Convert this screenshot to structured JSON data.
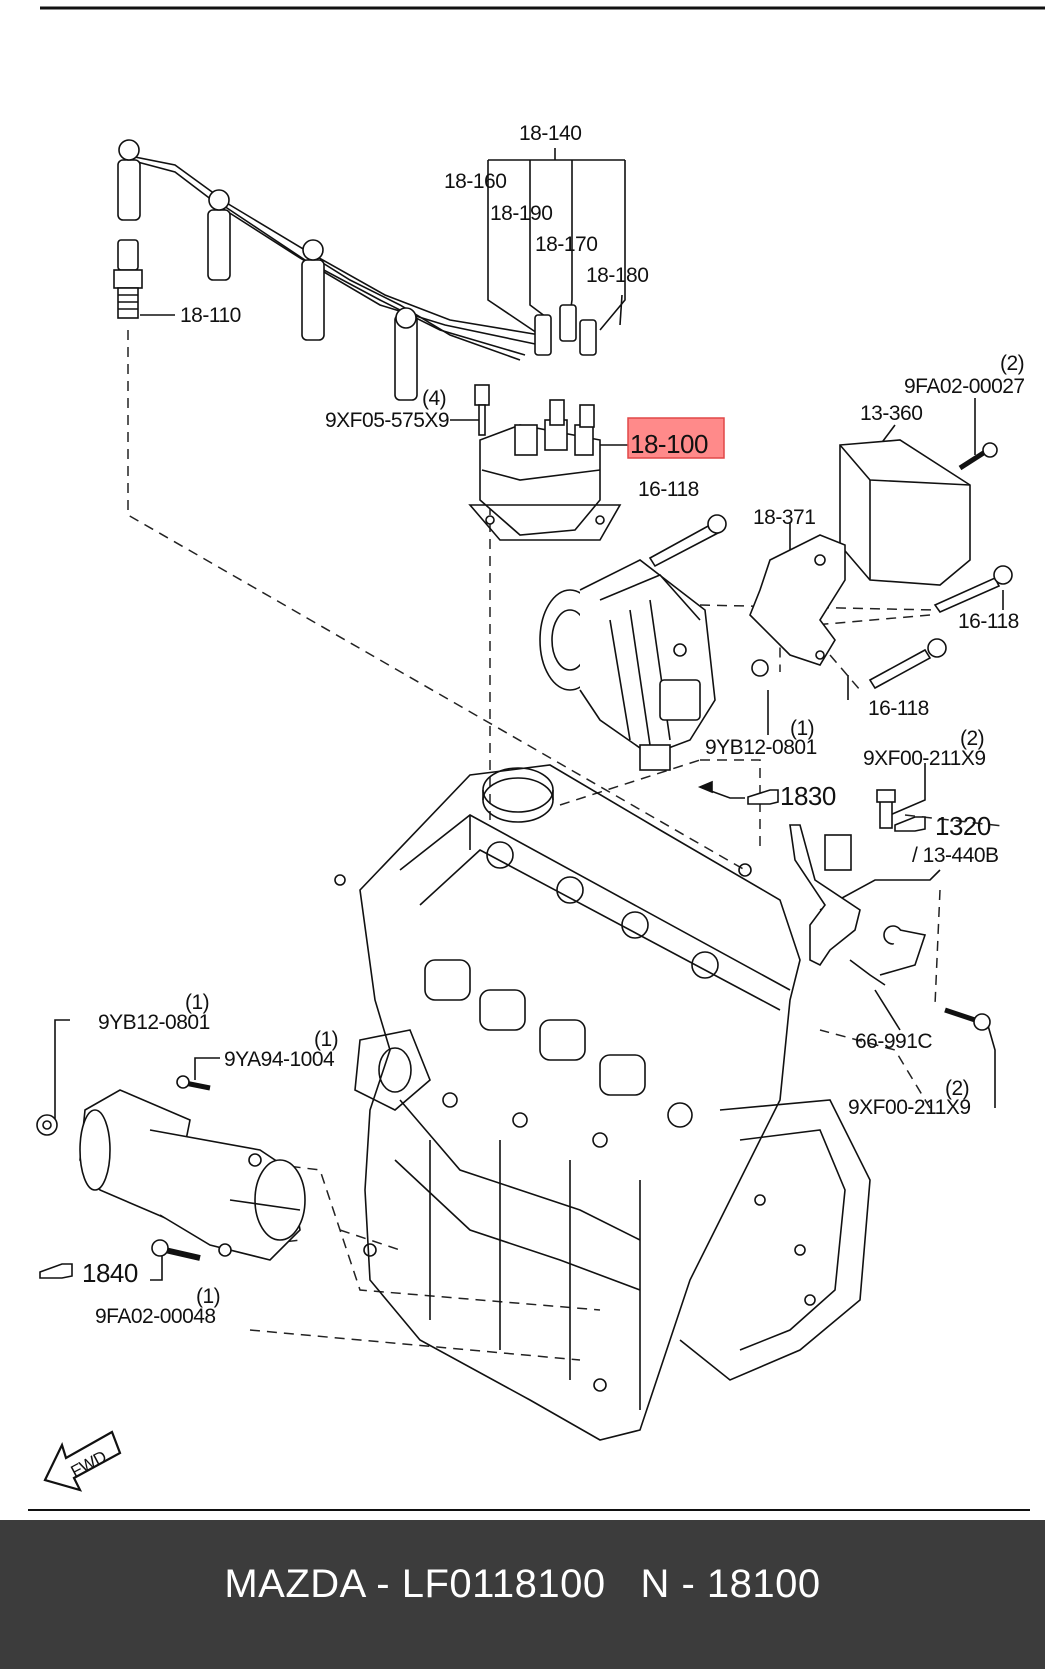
{
  "labels": {
    "p18_140": "18-140",
    "p18_160": "18-160",
    "p18_190": "18-190",
    "p18_170": "18-170",
    "p18_180": "18-180",
    "p18_110": "18-110",
    "p18_100": "18-100",
    "q4": "(4)",
    "p9xf05": "9XF05-575X9",
    "q2a": "(2)",
    "p9fa02_27": "9FA02-00027",
    "p13_360": "13-360",
    "p16_118a": "16-118",
    "p18_371": "18-371",
    "p16_118b": "16-118",
    "p16_118c": "16-118",
    "q1a": "(1)",
    "p9yb12a": "9YB12-0801",
    "q2b": "(2)",
    "p9xf00a": "9XF00-211X9",
    "ref1830": "1830",
    "ref1320": "1320",
    "p13_440b": "/ 13-440B",
    "q1b": "(1)",
    "p9yb12b": "9YB12-0801",
    "q1c": "(1)",
    "p9ya94": "9YA94-1004",
    "p66_991c": "66-991C",
    "q2c": "(2)",
    "p9xf00b": "9XF00-211X9",
    "ref1840": "1840",
    "q1d": "(1)",
    "p9fa02_48": "9FA02-00048",
    "fwd": "FWD"
  },
  "colors": {
    "highlight_fill": "#ff8a8a",
    "highlight_border": "#e04848",
    "footer_bg": "#3c3c3c",
    "footer_text": "#ffffff"
  },
  "footer": {
    "text": "MAZDA - LF0118100   N - 18100"
  }
}
